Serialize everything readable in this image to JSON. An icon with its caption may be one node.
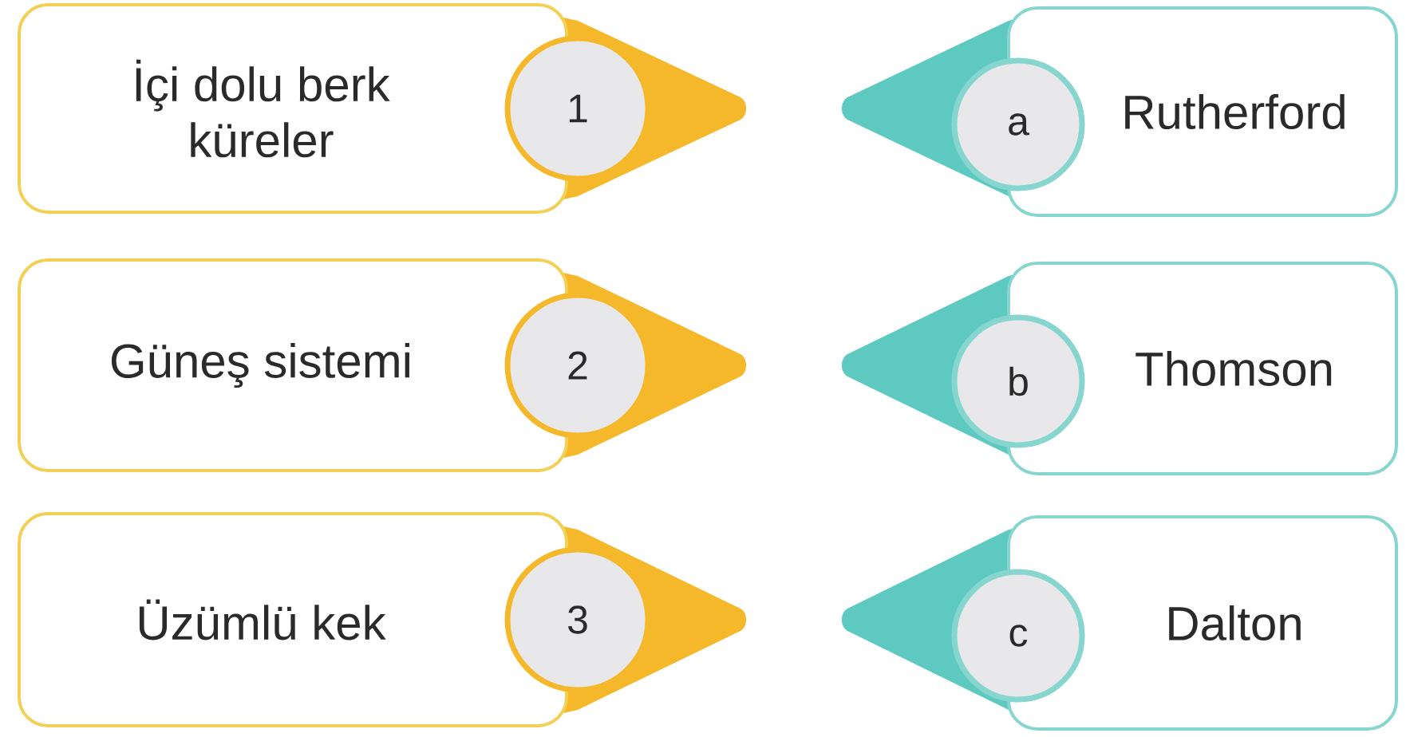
{
  "diagram": {
    "nodes": [
      {
        "text": [
          "İçi dolu berk küreler"
        ]
      },
      {
        "text": [
          "1"
        ]
      },
      {
        "text": [
          "Rutherford"
        ]
      },
      {
        "text": [
          "a"
        ]
      },
      {
        "text": [
          "Güneş sistemi"
        ]
      },
      {
        "text": [
          "2"
        ]
      },
      {
        "text": [
          "Thomson"
        ]
      },
      {
        "text": [
          "b"
        ]
      },
      {
        "text": [
          "Üzümlü kek"
        ]
      },
      {
        "text": [
          "3"
        ]
      },
      {
        "text": [
          "Dalton"
        ]
      },
      {
        "text": [
          "c"
        ]
      }
    ]
  }
}
